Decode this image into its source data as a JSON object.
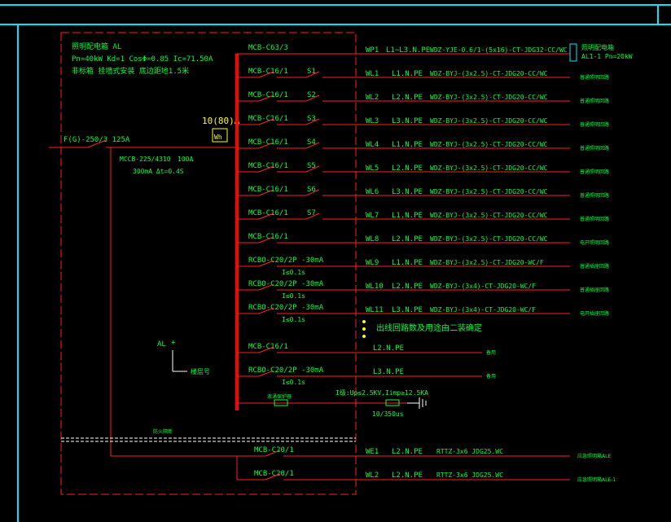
{
  "colors": {
    "background": "#000000",
    "frame": "#00e5ff",
    "wire": "#ff2020",
    "text": "#00ff3c",
    "meter": "#ffff00",
    "busbar": "#ff0000"
  },
  "panel": {
    "title": "照明配电箱 AL",
    "params": "Pn=40kW Kd=1 CosΦ=0.85 Ic=71.50A",
    "install": "非标箱 挂墙式安装 底边距地1.5米"
  },
  "incoming": {
    "breaker": "F(G)-250/3 125A",
    "rcd_model": "MCCB-225/4310",
    "rcd_rating": "100A",
    "rcd_spec": "300mA Δt=0.4S"
  },
  "meter": {
    "rating": "10(80)A",
    "unit": "Wh"
  },
  "feed_out": {
    "breaker": "MCB-C63/3",
    "code": "WP1",
    "phase": "L1~L3.N.PE",
    "cable": "WDZ-YJE-0.6/1-(5x16)-CT-JDG32-CC/WC",
    "target": "照明配电箱",
    "target_sub": "AL1-1 Pn=20kW"
  },
  "circuits": [
    {
      "breaker": "MCB-C16/1",
      "switch": "S1",
      "code": "WL1",
      "phase": "L1.N.PE",
      "cable": "WDZ-BYJ-(3x2.5)-CT-JDG20-CC/WC",
      "use": "普通照明回路"
    },
    {
      "breaker": "MCB-C16/1",
      "switch": "S2",
      "code": "WL2",
      "phase": "L2.N.PE",
      "cable": "WDZ-BYJ-(3x2.5)-CT-JDG20-CC/WC",
      "use": "普通照明回路"
    },
    {
      "breaker": "MCB-C16/1",
      "switch": "S3",
      "code": "WL3",
      "phase": "L3.N.PE",
      "cable": "WDZ-BYJ-(3x2.5)-CT-JDG20-CC/WC",
      "use": "普通照明回路"
    },
    {
      "breaker": "MCB-C16/1",
      "switch": "S4",
      "code": "WL4",
      "phase": "L1.N.PE",
      "cable": "WDZ-BYJ-(3x2.5)-CT-JDG20-CC/WC",
      "use": "普通照明回路"
    },
    {
      "breaker": "MCB-C16/1",
      "switch": "S5",
      "code": "WL5",
      "phase": "L2.N.PE",
      "cable": "WDZ-BYJ-(3x2.5)-CT-JDG20-CC/WC",
      "use": "普通照明回路"
    },
    {
      "breaker": "MCB-C16/1",
      "switch": "S6",
      "code": "WL6",
      "phase": "L3.N.PE",
      "cable": "WDZ-BYJ-(3x2.5)-CT-JDG20-CC/WC",
      "use": "普通照明回路"
    },
    {
      "breaker": "MCB-C16/1",
      "switch": "S7",
      "code": "WL7",
      "phase": "L1.N.PE",
      "cable": "WDZ-BYJ-(3x2.5)-CT-JDG20-CC/WC",
      "use": "普通照明回路"
    },
    {
      "breaker": "MCB-C16/1",
      "switch": "",
      "code": "WL8",
      "phase": "L2.N.PE",
      "cable": "WDZ-BYJ-(3x2.5)-CT-JDG20-CC/WC",
      "use": "电开照明回路"
    },
    {
      "breaker": "RCBO-C20/2P -30mA",
      "switch": "",
      "sub": "I≤0.1s",
      "code": "WL9",
      "phase": "L1.N.PE",
      "cable": "WDZ-BYJ-(3x2.5)-CT-JDG20-WC/F",
      "use": "普通插座回路"
    },
    {
      "breaker": "RCBO-C20/2P -30mA",
      "switch": "",
      "sub": "I≤0.1s",
      "code": "WL10",
      "phase": "L2.N.PE",
      "cable": "WDZ-BYJ-(3x4)-CT-JDG20-WC/F",
      "use": "普通插座回路"
    },
    {
      "breaker": "RCBO-C20/2P -30mA",
      "switch": "",
      "sub": "I≤0.1s",
      "code": "WL11",
      "phase": "L3.N.PE",
      "cable": "WDZ-BYJ-(3x4)-CT-JDG20-WC/F",
      "use": "电开插座回路"
    }
  ],
  "note": "出线回路数及用途由二装确定",
  "spares": [
    {
      "breaker": "MCB-C16/1",
      "phase": "L2.N.PE",
      "use": "备用"
    },
    {
      "breaker": "RCBO-C20/2P -30mA",
      "sub": "I≤0.1s",
      "phase": "L3.N.PE",
      "use": "备用"
    }
  ],
  "surge": {
    "label": "浪涌保护器",
    "spec": "I级:Up≤2.5KV,Iimp≥12.5KA",
    "wave": "10/350us"
  },
  "fire_zone": "防火隔断",
  "legend": {
    "code": "AL",
    "plus": "+",
    "floor": "楼层号"
  },
  "emergency": [
    {
      "breaker": "MCB-C20/1",
      "code": "WE1",
      "phase": "L2.N.PE",
      "cable": "RTTZ-3x6  JDG25.WC",
      "target": "应急照明箱ALE"
    },
    {
      "breaker": "MCB-C20/1",
      "code": "WL2",
      "phase": "L2.N.PE",
      "cable": "RTTZ-3x6  JDG25.WC",
      "target": "应急照明箱ALE-1"
    }
  ]
}
